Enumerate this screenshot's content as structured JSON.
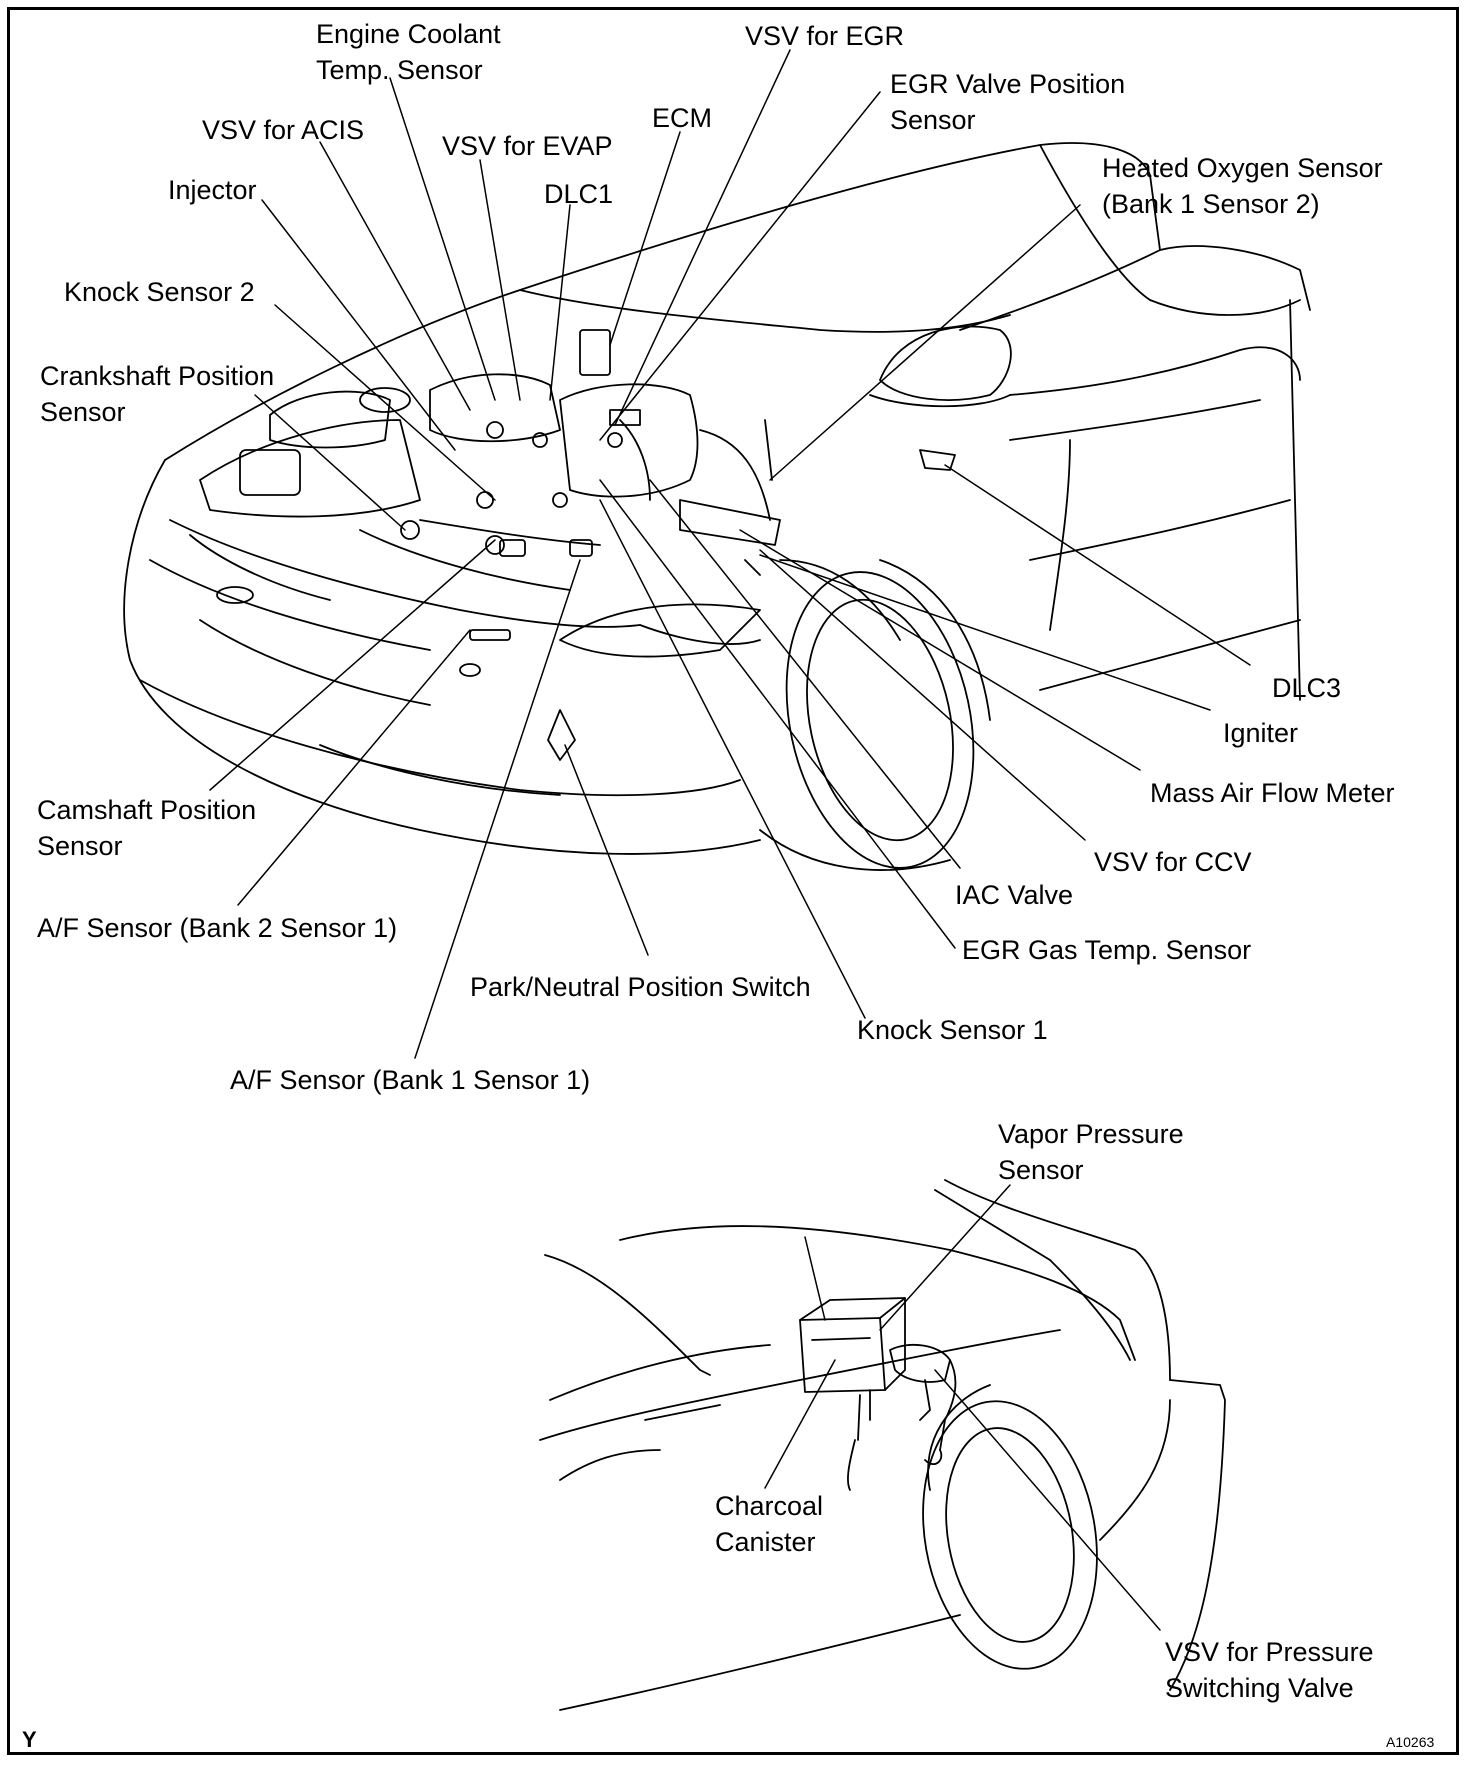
{
  "labels": {
    "engine_coolant_temp_sensor": [
      "Engine  Coolant",
      "Temp. Sensor"
    ],
    "vsv_for_egr": "VSV for EGR",
    "egr_valve_position_sensor": [
      "EGR Valve Position",
      "Sensor"
    ],
    "vsv_for_acis": "VSV for ACIS",
    "vsv_for_evap": "VSV for EVAP",
    "ecm": "ECM",
    "heated_oxygen_sensor": [
      "Heated Oxygen Sensor",
      "(Bank 1 Sensor 2)"
    ],
    "injector": "Injector",
    "dlc1": "DLC1",
    "knock_sensor_2": "Knock Sensor 2",
    "crankshaft_position_sensor": [
      "Crankshaft  Position",
      "Sensor"
    ],
    "dlc3": "DLC3",
    "igniter": "Igniter",
    "mass_air_flow_meter": "Mass Air Flow Meter",
    "camshaft_position_sensor": [
      "Camshaft Position",
      "Sensor"
    ],
    "vsv_for_ccv": "VSV for CCV",
    "iac_valve": "IAC Valve",
    "af_sensor_bank2": "A/F Sensor (Bank 2 Sensor 1)",
    "egr_gas_temp_sensor": "EGR Gas Temp. Sensor",
    "park_neutral_position_switch": "Park/Neutral Position Switch",
    "knock_sensor_1": "Knock Sensor 1",
    "af_sensor_bank1": "A/F Sensor (Bank 1 Sensor 1)",
    "vapor_pressure_sensor": [
      "Vapor Pressure",
      "Sensor"
    ],
    "charcoal_canister": [
      "Charcoal",
      "Canister"
    ],
    "vsv_for_pressure_switching_valve": [
      "VSV for Pressure",
      "Switching Valve"
    ]
  },
  "footer": {
    "corner_mark": "Y",
    "figure_code": "A10263"
  }
}
